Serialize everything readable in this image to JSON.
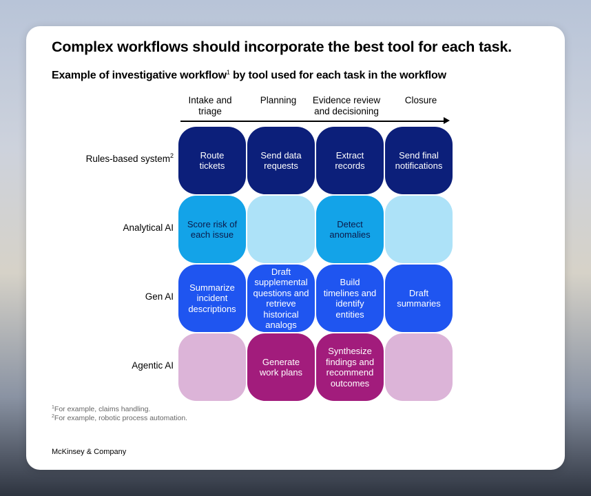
{
  "title": "Complex workflows should incorporate the best tool for each task.",
  "subtitle": {
    "before": "Example of investigative workflow",
    "sup": "1",
    "after": " by tool used for each task in the workflow"
  },
  "phases": [
    "Intake and\ntriage",
    "Planning",
    "Evidence review\nand decisioning",
    "Closure"
  ],
  "rows": [
    {
      "label": "Rules-based system",
      "sup": "2",
      "cells": [
        "Route\ntickets",
        "Send data\nrequests",
        "Extract\nrecords",
        "Send final\nnotifications"
      ]
    },
    {
      "label": "Analytical AI",
      "sup": "",
      "cells": [
        "Score risk of\neach issue",
        "",
        "Detect\nanomalies",
        ""
      ]
    },
    {
      "label": "Gen AI",
      "sup": "",
      "cells": [
        "Summarize\nincident\ndescriptions",
        "Draft\nsupplemental\nquestions and\nretrieve\nhistorical\nanalogs",
        "Build\ntimelines and\nidentify\nentities",
        "Draft\nsummaries"
      ]
    },
    {
      "label": "Agentic AI",
      "sup": "",
      "cells": [
        "",
        "Generate\nwork plans",
        "Synthesize\nfindings and\nrecommend\noutcomes",
        ""
      ]
    }
  ],
  "footnotes": [
    {
      "sup": "1",
      "text": "For example, claims handling."
    },
    {
      "sup": "2",
      "text": "For example, robotic process automation."
    }
  ],
  "brand": "McKinsey & Company",
  "colors": {
    "rules_based": "#0c1f7a",
    "analytical_used": "#13a3e8",
    "analytical_unused": "#ade2f8",
    "gen_ai": "#1f55f0",
    "agentic_used": "#a21c7c",
    "agentic_unused": "#dcb4d8"
  }
}
